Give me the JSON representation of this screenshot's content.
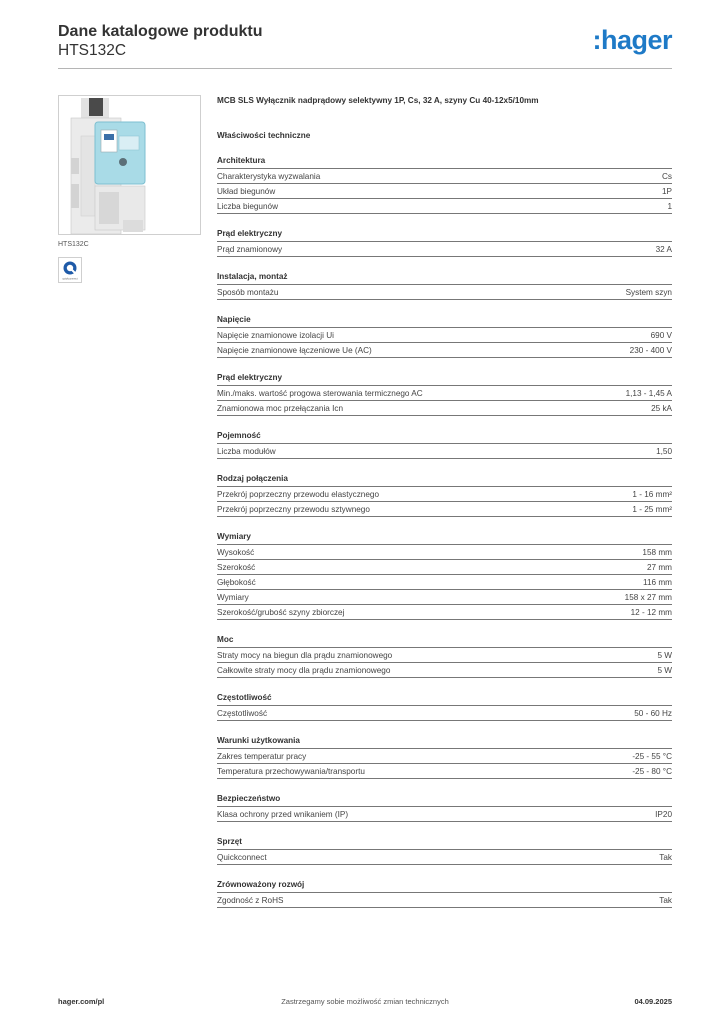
{
  "header": {
    "title": "Dane katalogowe produktu",
    "code": "HTS132C",
    "logo": ":hager"
  },
  "sidebar": {
    "image_caption": "HTS132C",
    "badge_label": "quickconnect"
  },
  "product": {
    "description": "MCB SLS Wyłącznik nadprądowy selektywny 1P, Cs, 32 A, szyny Cu 40-12x5/10mm",
    "tech_heading": "Właściwości techniczne"
  },
  "sections": [
    {
      "title": "Architektura",
      "rows": [
        {
          "label": "Charakterystyka wyzwalania",
          "value": "Cs"
        },
        {
          "label": "Układ biegunów",
          "value": "1P"
        },
        {
          "label": "Liczba biegunów",
          "value": "1"
        }
      ]
    },
    {
      "title": "Prąd elektryczny",
      "rows": [
        {
          "label": "Prąd znamionowy",
          "value": "32 A"
        }
      ]
    },
    {
      "title": "Instalacja, montaż",
      "rows": [
        {
          "label": "Sposób montażu",
          "value": "System szyn"
        }
      ]
    },
    {
      "title": "Napięcie",
      "rows": [
        {
          "label": "Napięcie znamionowe izolacji Ui",
          "value": "690 V"
        },
        {
          "label": "Napięcie znamionowe łączeniowe Ue (AC)",
          "value": "230 - 400 V"
        }
      ]
    },
    {
      "title": "Prąd elektryczny",
      "rows": [
        {
          "label": "Min./maks. wartość progowa sterowania termicznego AC",
          "value": "1,13 - 1,45 A"
        },
        {
          "label": "Znamionowa moc przełączania Icn",
          "value": "25 kA"
        }
      ]
    },
    {
      "title": "Pojemność",
      "rows": [
        {
          "label": "Liczba modułów",
          "value": "1,50"
        }
      ]
    },
    {
      "title": "Rodzaj połączenia",
      "rows": [
        {
          "label": "Przekrój poprzeczny przewodu elastycznego",
          "value": "1 - 16 mm²"
        },
        {
          "label": "Przekrój poprzeczny przewodu sztywnego",
          "value": "1 - 25 mm²"
        }
      ]
    },
    {
      "title": "Wymiary",
      "rows": [
        {
          "label": "Wysokość",
          "value": "158 mm"
        },
        {
          "label": "Szerokość",
          "value": "27 mm"
        },
        {
          "label": "Głębokość",
          "value": "116 mm"
        },
        {
          "label": "Wymiary",
          "value": "158 x 27 mm"
        },
        {
          "label": "Szerokość/grubość szyny zbiorczej",
          "value": "12 - 12 mm"
        }
      ]
    },
    {
      "title": "Moc",
      "rows": [
        {
          "label": "Straty mocy na biegun dla prądu znamionowego",
          "value": "5 W"
        },
        {
          "label": "Całkowite straty mocy dla prądu znamionowego",
          "value": "5 W"
        }
      ]
    },
    {
      "title": "Częstotliwość",
      "rows": [
        {
          "label": "Częstotliwość",
          "value": "50 - 60 Hz"
        }
      ]
    },
    {
      "title": "Warunki użytkowania",
      "rows": [
        {
          "label": "Zakres temperatur pracy",
          "value": "-25 - 55 °C"
        },
        {
          "label": "Temperatura przechowywania/transportu",
          "value": "-25 - 80 °C"
        }
      ]
    },
    {
      "title": "Bezpieczeństwo",
      "rows": [
        {
          "label": "Klasa ochrony przed wnikaniem (IP)",
          "value": "IP20"
        }
      ]
    },
    {
      "title": "Sprzęt",
      "rows": [
        {
          "label": "Quickconnect",
          "value": "Tak"
        }
      ]
    },
    {
      "title": "Zrównoważony rozwój",
      "rows": [
        {
          "label": "Zgodność z RoHS",
          "value": "Tak"
        }
      ]
    }
  ],
  "footer": {
    "website": "hager.com/pl",
    "disclaimer": "Zastrzegamy sobie możliwość zmian technicznych",
    "date": "04.09.2025"
  },
  "colors": {
    "brand": "#1e7ac7",
    "rule": "#777777"
  }
}
